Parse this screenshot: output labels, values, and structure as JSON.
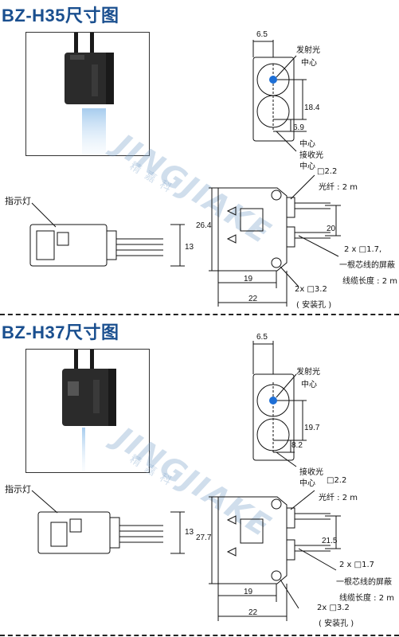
{
  "sections": [
    {
      "title": "BZ-H35尺寸图",
      "watermark": "JINGJIAKE",
      "watermark_sub": "精嘉科",
      "labels": {
        "emitter": "发射光",
        "center_top": "中心",
        "receiver": "接收光",
        "center_bottom": "中心",
        "fiber_size": "□2.2",
        "fiber_length": "光纤 : 2 m",
        "cable_core": "2 x □1.7,",
        "cable_desc": "一根芯线的屏蔽",
        "cable_length": "线缆长度 : 2 m",
        "hole": "2x □3.2",
        "hole_note": "( 安装孔 )",
        "indicator": "指示灯"
      },
      "dims": {
        "d_6_5": "6.5",
        "d_18_4": "18.4",
        "d_6_9": "6.9",
        "d_26_4": "26.4",
        "d_20": "20",
        "d_13": "13",
        "d_19": "19",
        "d_22": "22"
      }
    },
    {
      "title": "BZ-H37尺寸图",
      "watermark": "JINGJIAKE",
      "watermark_sub": "精嘉科",
      "labels": {
        "emitter": "发射光",
        "center_top": "中心",
        "receiver": "接收光",
        "center_bottom": "中心",
        "fiber_size": "□2.2",
        "fiber_length": "光纤 : 2 m",
        "cable_core": "2 x □1.7",
        "cable_desc": "一根芯线的屏蔽",
        "cable_length": "线缆长度 : 2 m",
        "hole": "2x □3.2",
        "hole_note": "( 安装孔 )",
        "indicator": "指示灯"
      },
      "dims": {
        "d_6_5": "6.5",
        "d_19_7": "19.7",
        "d_8_2": "8.2",
        "d_27_7": "27.7",
        "d_21_5": "21.5",
        "d_13": "13",
        "d_19": "19",
        "d_22": "22"
      }
    }
  ],
  "colors": {
    "title": "#1a4f8f",
    "lens_dot": "#1e6fd6",
    "beam": "#bcd8f0",
    "sensor_body": "#2b2b2b",
    "line": "#111111"
  }
}
